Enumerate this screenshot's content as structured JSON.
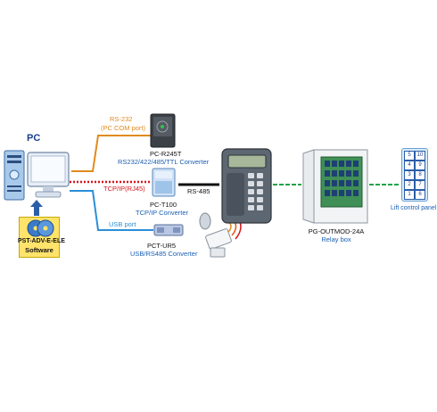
{
  "pc": {
    "title": "PC"
  },
  "software": {
    "name": "PST-ADV-E-ELE",
    "label": "Software"
  },
  "links": {
    "rs232": {
      "label": "RS-232",
      "sublabel": "(PC COM port)",
      "color": "#e08a1e"
    },
    "tcpip": {
      "label": "TCP/IP(RJ45)",
      "color": "#d4151b"
    },
    "usb": {
      "label": "USB port",
      "color": "#2a8fd8"
    },
    "rs485": {
      "label": "RS-485",
      "color": "#111111"
    },
    "relay_link_color": "#1fa34a"
  },
  "devices": {
    "r245t": {
      "model": "PC-R245T",
      "desc": "RS232/422/485/TTL  Converter"
    },
    "t100": {
      "model": "PC-T100",
      "desc": "TCP/IP Converter"
    },
    "ur5": {
      "model": "PCT-UR5",
      "desc": "USB/RS485 Converter"
    },
    "relay": {
      "model": "PG-OUTMOD-24A",
      "desc": "Relay box"
    },
    "lift": {
      "desc": "Lift control panel",
      "buttons": [
        "5",
        "10",
        "4",
        "9",
        "3",
        "8",
        "2",
        "7",
        "1",
        "6"
      ]
    }
  },
  "icons": [
    "pc-tower-icon",
    "monitor-icon",
    "cd-icon",
    "arrow-up-icon",
    "converter-icon",
    "card-reader-icon",
    "relay-box-icon",
    "lift-panel-icon",
    "rfid-tag-icon"
  ]
}
